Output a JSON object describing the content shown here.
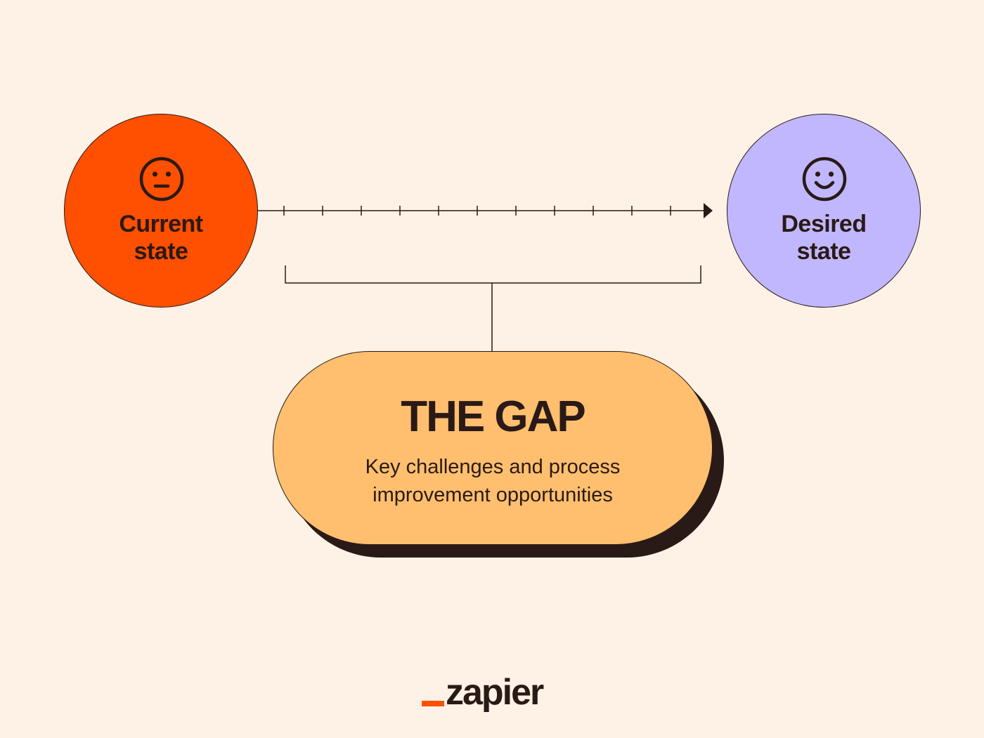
{
  "current_state": {
    "line1": "Current",
    "line2": "state",
    "icon": "neutral-face-icon",
    "color": "#ff4f00"
  },
  "desired_state": {
    "line1": "Desired",
    "line2": "state",
    "icon": "smiling-face-icon",
    "color": "#c1b7ff"
  },
  "gap": {
    "title": "THE GAP",
    "subtitle_line1": "Key challenges and process",
    "subtitle_line2": "improvement opportunities",
    "color": "#ffbf6e"
  },
  "brand": {
    "wordmark": "zapier",
    "accent": "#ff4f00"
  },
  "colors": {
    "background": "#fdf2e5",
    "ink": "#2a1a17"
  }
}
